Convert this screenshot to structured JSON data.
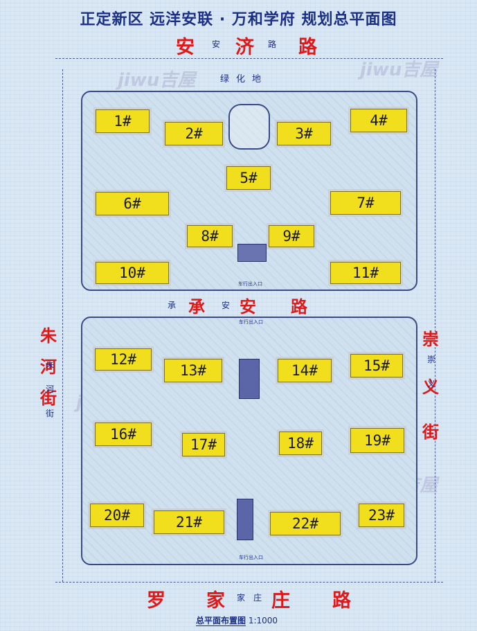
{
  "title": "正定新区  远洋安联 · 万和学府  规划总平面图",
  "roads": {
    "anji": {
      "chars": [
        "安",
        "济",
        "路"
      ],
      "small": [
        "安",
        "路"
      ]
    },
    "chengan": {
      "chars": [
        "承",
        "安",
        "路"
      ],
      "small": [
        "承",
        "安"
      ]
    },
    "zhuhe": {
      "chars": [
        "朱",
        "河",
        "街"
      ],
      "small": [
        "朱",
        "河",
        "街"
      ]
    },
    "chongyi": {
      "chars": [
        "崇",
        "义",
        "街"
      ],
      "small": [
        "崇",
        "义"
      ]
    },
    "luojiazhuang": {
      "chars": [
        "罗",
        "家",
        "庄",
        "路"
      ],
      "small": [
        "家",
        "庄"
      ]
    }
  },
  "green_space": "绿化地",
  "buildings": [
    "1#",
    "2#",
    "3#",
    "4#",
    "5#",
    "6#",
    "7#",
    "8#",
    "9#",
    "10#",
    "11#",
    "12#",
    "13#",
    "14#",
    "15#",
    "16#",
    "17#",
    "18#",
    "19#",
    "20#",
    "21#",
    "22#",
    "23#"
  ],
  "gates": {
    "north_block": "车行出入口",
    "south_block": "车行出入口",
    "south_edge": "车行出入口"
  },
  "footer": {
    "label": "总平面布置图",
    "scale": "1:1000"
  },
  "watermark": "jiwu吉屋",
  "colors": {
    "road_label": "#e01818",
    "title": "#1c2f86",
    "building": "#f1de1c",
    "paper": "#d8e7f3"
  }
}
